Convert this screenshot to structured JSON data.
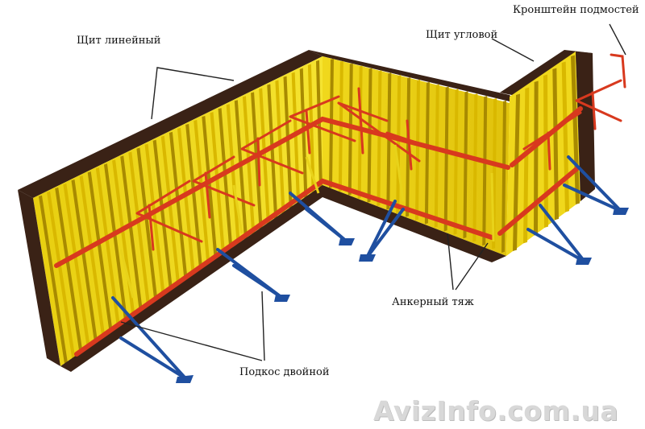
{
  "labels": {
    "linear_panel": "Щит линейный",
    "corner_panel": "Щит угловой",
    "scaffold_bracket": "Кронштейн подмостей",
    "anchor_tie": "Анкерный тяж",
    "double_brace": "Подкос двойной"
  },
  "watermark": "AvizInfo.com.ua",
  "colors": {
    "panel_yellow": "#f2dd1a",
    "rib_yellow": "#d9b800",
    "rib_shadow": "#a88a00",
    "frame_dark": "#3a2216",
    "waler_red": "#d8391e",
    "brace_blue": "#1f4fa0",
    "tie_yellow": "#e8d21a",
    "callout_line": "#222222"
  }
}
